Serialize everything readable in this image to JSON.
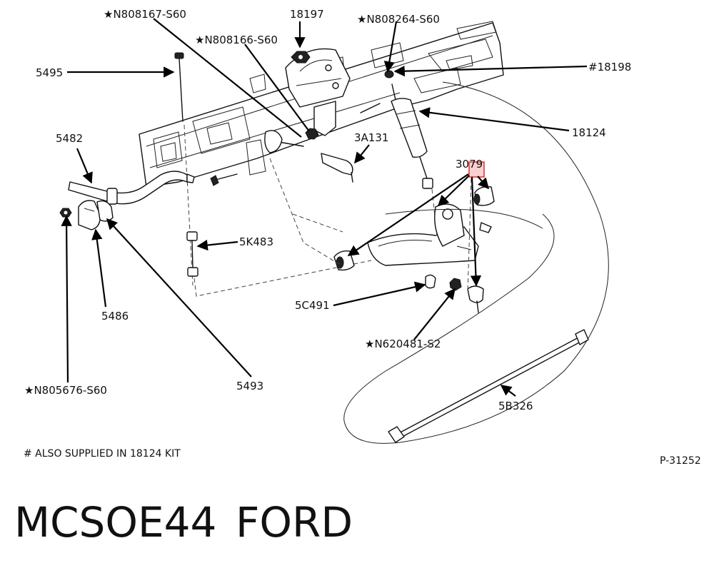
{
  "labels": {
    "n808167": "★N808167-S60",
    "n18197": "18197",
    "n808264": "★N808264-S60",
    "n808166": "★N808166-S60",
    "n5495": "5495",
    "n18198": "#18198",
    "n18124": "18124",
    "n5482": "5482",
    "n3a131": "3A131",
    "n3079": "3079",
    "n5k483": "5K483",
    "n5486": "5486",
    "n5c491": "5C491",
    "n620481": "★N620481-S2",
    "n805676": "★N805676-S60",
    "n5493": "5493",
    "n5b326": "5B326"
  },
  "footnote": "# ALSO SUPPLIED IN 18124 KIT",
  "figure_code": "P-31252",
  "model_code": "MCSOE44",
  "brand": "FORD",
  "colors": {
    "ink": "#111111",
    "highlight": "#e03030"
  }
}
